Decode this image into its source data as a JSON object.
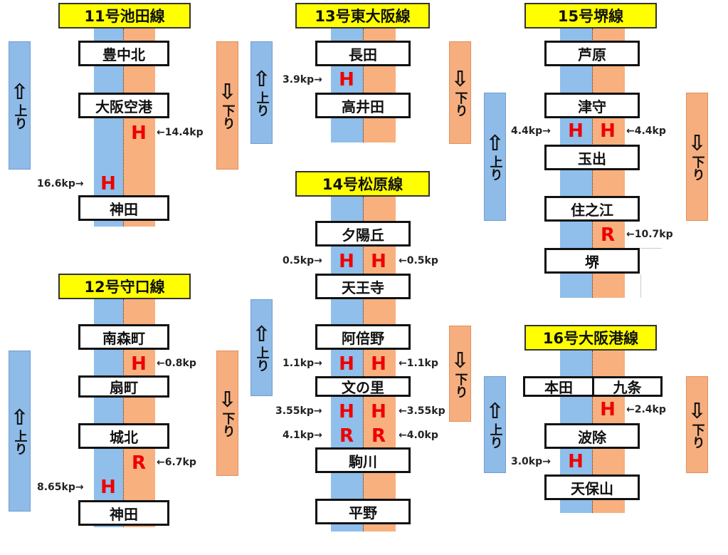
{
  "arrows": {
    "up": "⇧",
    "down": "⇩",
    "up_label": "上り",
    "down_label": "下り"
  },
  "colors": {
    "up_track": "#8fbfea",
    "down_track": "#f8b07f",
    "title_bg": "#ffff00",
    "marker": "#ee0000"
  },
  "line11": {
    "title": "11号池田線",
    "stations": [
      "豊中北",
      "大阪空港",
      "神田"
    ],
    "markers": [
      {
        "type": "H",
        "label": "←14.4kp"
      },
      {
        "type": "H",
        "label": "16.6kp→"
      }
    ]
  },
  "line12": {
    "title": "12号守口線",
    "stations": [
      "南森町",
      "扇町",
      "城北",
      "神田"
    ],
    "markers": [
      {
        "type": "H",
        "label": "←0.8kp"
      },
      {
        "type": "R",
        "label": "←6.7kp"
      },
      {
        "type": "H",
        "label": "8.65kp→"
      }
    ]
  },
  "line13": {
    "title": "13号東大阪線",
    "stations": [
      "長田",
      "高井田"
    ],
    "markers": [
      {
        "type": "H",
        "label": "3.9kp→"
      }
    ]
  },
  "line14": {
    "title": "14号松原線",
    "stations": [
      "夕陽丘",
      "天王寺",
      "阿倍野",
      "文の里",
      "駒川",
      "平野"
    ],
    "markers": [
      {
        "type": "H",
        "left": "0.5kp→",
        "right": "←0.5kp"
      },
      {
        "type": "H",
        "left": "1.1kp→",
        "right": "←1.1kp"
      },
      {
        "type": "H",
        "left": "3.55kp→",
        "right": "←3.55kp"
      },
      {
        "type": "R",
        "left": "4.1kp→",
        "right": "←4.0kp"
      }
    ]
  },
  "line15": {
    "title": "15号堺線",
    "stations": [
      "芦原",
      "津守",
      "玉出",
      "住之江",
      "堺"
    ],
    "markers": [
      {
        "type": "H",
        "left": "4.4kp→",
        "right": "←4.4kp"
      },
      {
        "type": "R",
        "label": "←10.7kp"
      }
    ]
  },
  "line16": {
    "title": "16号大阪港線",
    "stations": [
      "本田",
      "九条",
      "波除",
      "天保山"
    ],
    "markers": [
      {
        "type": "H",
        "label": "←2.4kp"
      },
      {
        "type": "H",
        "label": "3.0kp→"
      }
    ]
  }
}
